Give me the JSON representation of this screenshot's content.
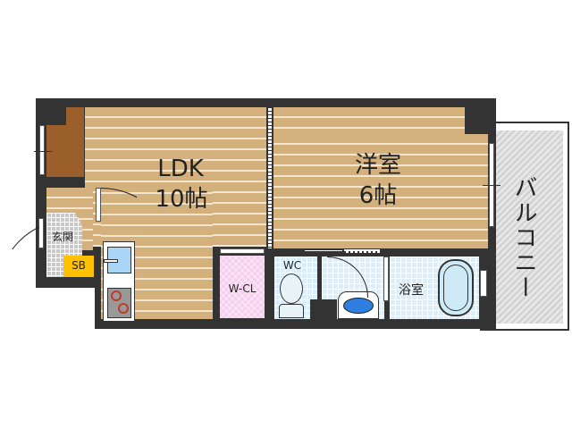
{
  "floor_plan": {
    "rooms": {
      "ldk": {
        "name": "LDK",
        "size": "10帖"
      },
      "western_room": {
        "name": "洋室",
        "size": "6帖"
      },
      "entrance": {
        "name": "玄関"
      },
      "shoe_box": {
        "name": "SB"
      },
      "walk_in_closet": {
        "name": "W-CL"
      },
      "toilet": {
        "name": "WC"
      },
      "bathroom": {
        "name": "浴室"
      },
      "balcony": {
        "name": "バルコニー"
      }
    },
    "colors": {
      "wall": "#333333",
      "flooring": "#d4b07c",
      "storage": "#9a5f2a",
      "shoe_box": "#ffc000",
      "wet_area_tile": "#dbeefa",
      "closet": "#f6cfee",
      "balcony": "#d6d6d6",
      "sink_basin": "#2f7fe0"
    }
  }
}
